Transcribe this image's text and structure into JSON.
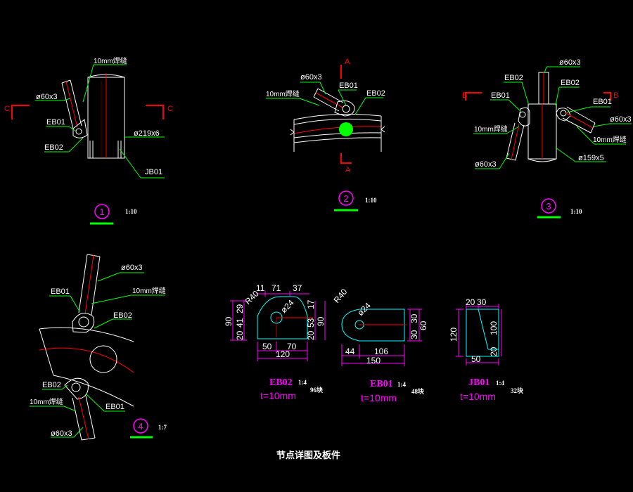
{
  "colors": {
    "background": "#000000",
    "outline": "#ffffff",
    "centerline": "#ff0000",
    "leader": "#00ff00",
    "label": "#ffffff",
    "section_mark": "#ff0000",
    "detail_marker": "#ff00ff",
    "dimension": "#ff00ff",
    "plate": "#00ffff",
    "bolt_fill": "#00ff00"
  },
  "title": "节点详图及板件",
  "details": [
    {
      "id": "detail-1",
      "number": "1",
      "scale": "1:10",
      "labels": {
        "weld": "10mm焊缝",
        "brace": "ø60x3",
        "eb01": "EB01",
        "eb02": "EB02",
        "column": "ø219x6",
        "jb01": "JB01"
      },
      "section": "C"
    },
    {
      "id": "detail-2",
      "number": "2",
      "scale": "1:10",
      "labels": {
        "brace": "ø60x3",
        "weld": "10mm焊缝",
        "eb01": "EB01",
        "eb02": "EB02"
      },
      "section": "A"
    },
    {
      "id": "detail-3",
      "number": "3",
      "scale": "1:10",
      "labels": {
        "brace_top": "ø60x3",
        "eb02_left": "EB02",
        "eb02_right": "EB02",
        "eb01_left": "EB01",
        "eb01_right": "EB01",
        "weld_left": "10mm焊缝",
        "weld_right": "10mm焊缝",
        "brace_right": "ø60x3",
        "brace_bottom": "ø60x3",
        "column": "ø159x5"
      },
      "section": "B"
    },
    {
      "id": "detail-4",
      "number": "4",
      "scale": "1:7",
      "labels": {
        "brace_top": "ø60x3",
        "eb01_top": "EB01",
        "weld_top": "10mm焊缝",
        "eb02_top": "EB02",
        "eb02_bottom": "EB02",
        "weld_bottom": "10mm焊缝",
        "eb01_bottom": "EB01",
        "brace_bottom": "ø60x3"
      }
    }
  ],
  "plates": [
    {
      "id": "EB02",
      "name": "EB02",
      "scale": "1:4",
      "count": "96块",
      "thickness": "t=10mm",
      "radius": "R40",
      "hole": "ø24",
      "dims_top": [
        "11",
        "71",
        "37"
      ],
      "dims_left": [
        "90",
        "20",
        "41",
        "29"
      ],
      "dims_right": [
        "90",
        "53",
        "17",
        "20"
      ],
      "dims_bottom": [
        "50",
        "70"
      ],
      "dims_total": "120"
    },
    {
      "id": "EB01",
      "name": "EB01",
      "scale": "1:4",
      "count": "48块",
      "thickness": "t=10mm",
      "radius": "R40",
      "hole": "ø24",
      "dims_right": [
        "30",
        "30",
        "60"
      ],
      "dims_bottom": [
        "44",
        "106"
      ],
      "dims_total": "150"
    },
    {
      "id": "JB01",
      "name": "JB01",
      "scale": "1:4",
      "count": "32块",
      "thickness": "t=10mm",
      "dims_top": [
        "20",
        "30"
      ],
      "dims_left": "120",
      "dims_right": [
        "100",
        "20"
      ],
      "dims_bottom": "50"
    }
  ]
}
